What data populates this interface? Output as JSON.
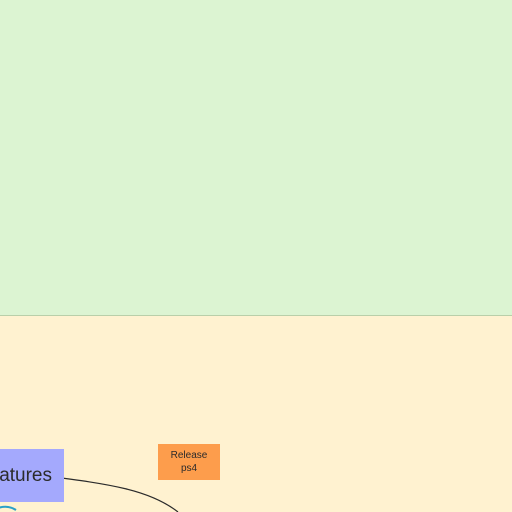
{
  "diagram": {
    "nodes": {
      "features": {
        "label": "atures",
        "color": "#a4a9fd"
      },
      "release": {
        "label_line1": "Release",
        "label_line2": "ps4",
        "color": "#fd9d4c"
      }
    },
    "bands": {
      "top_color": "#dcf4d2",
      "bottom_color": "#fff2d0"
    },
    "connectors": [
      {
        "from": "features",
        "to": "offscreen-bottom",
        "color": "#2b2b2b"
      },
      {
        "from": "offscreen-left",
        "to": "offscreen-bottom",
        "color": "#2aa0c8"
      }
    ]
  }
}
